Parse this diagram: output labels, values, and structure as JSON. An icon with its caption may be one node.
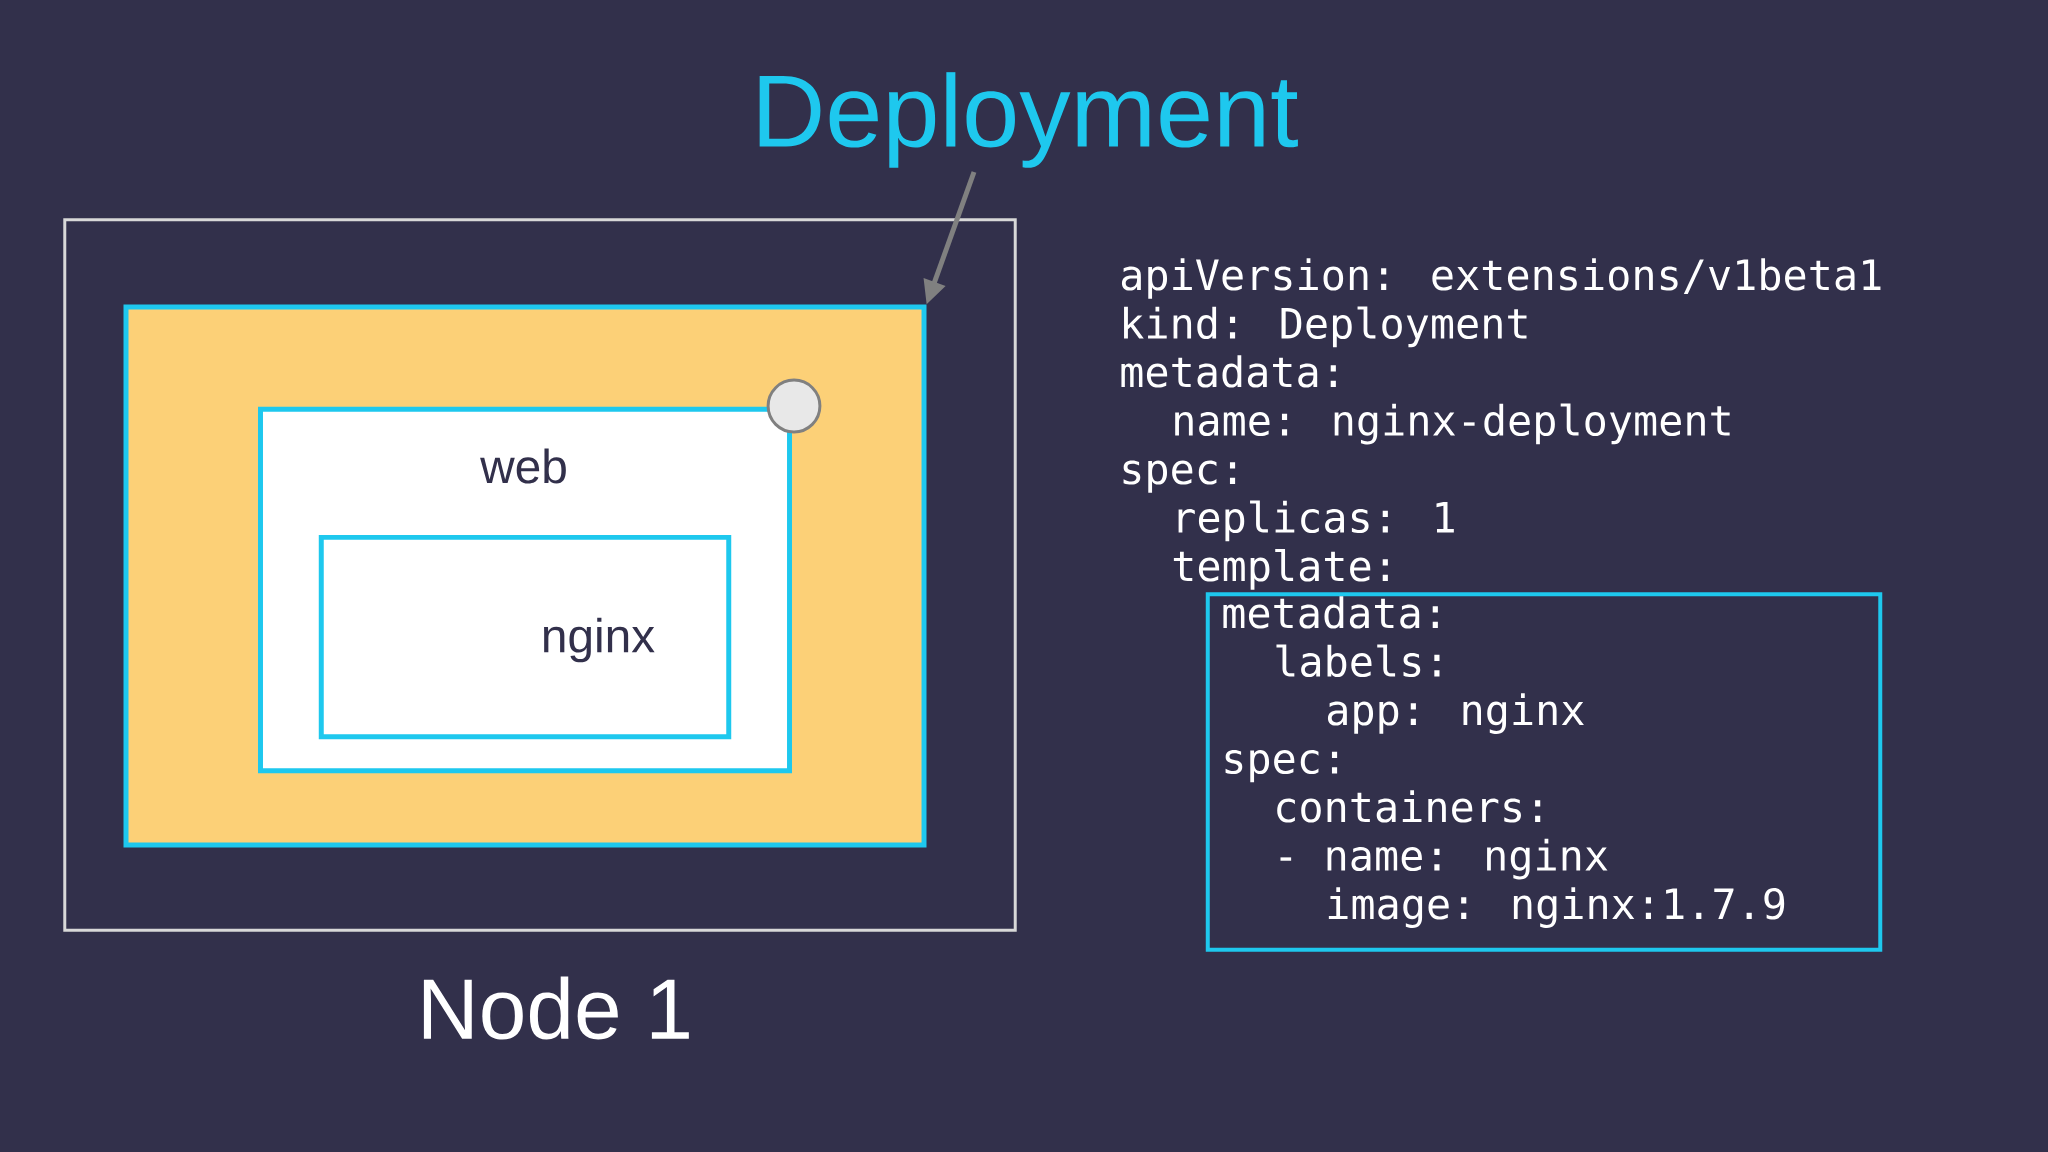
{
  "diagram": {
    "nodes": [
      {
        "text": [
          "Deployment"
        ]
      },
      {
        "text": [
          "Node 1"
        ]
      },
      {
        "text": [],
        "shape": "box",
        "in": 1
      },
      {
        "text": [
          "web"
        ],
        "in": 2
      },
      {
        "text": [],
        "shape": "circle",
        "in": 2
      },
      {
        "text": [
          "nginx"
        ],
        "in": 3
      },
      {
        "text": [
          "metadata:",
          "labels:",
          "app: nginx",
          "spec:",
          "containers:",
          "- name: nginx",
          "image: nginx:1.7.9"
        ]
      }
    ],
    "edges": [
      {
        "from": 0,
        "to": 2,
        "arrow": "to"
      }
    ],
    "labels": [
      "apiVersion: extensions/v1beta1",
      "kind: Deployment",
      "metadata:",
      "name: nginx-deployment",
      "spec:",
      "replicas: 1",
      "template:"
    ]
  }
}
